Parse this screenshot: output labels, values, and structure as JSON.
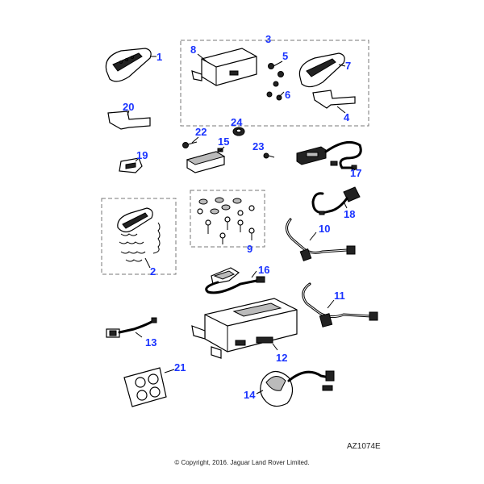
{
  "diagram": {
    "callouts": [
      "1",
      "2",
      "3",
      "4",
      "5",
      "6",
      "7",
      "8",
      "9",
      "10",
      "11",
      "12",
      "13",
      "14",
      "15",
      "16",
      "17",
      "18",
      "19",
      "20",
      "21",
      "22",
      "23",
      "24"
    ],
    "reference_code": "AZ1074E",
    "copyright": "© Copyright, 2016. Jaguar Land Rover Limited."
  },
  "colors": {
    "callout": "#1a33ff",
    "line": "#000000",
    "group_box": "#777777"
  },
  "icons": [
    "handset-icon",
    "module-icon",
    "bracket-icon",
    "screw-icon",
    "grommet-icon",
    "cable-harness-icon",
    "antenna-icon",
    "coiled-cord-icon",
    "fixings-kit-icon",
    "sensor-icon"
  ]
}
